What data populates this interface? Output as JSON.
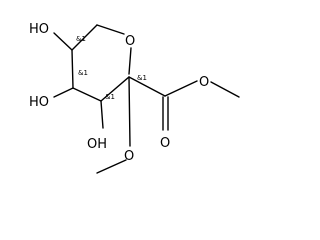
{
  "molecule": {
    "atom_labels": {
      "ring_oxygen": "O",
      "oh_c5": "HO",
      "oh_c4": "HO",
      "oh_c3": "OH",
      "carbonyl_o": "O",
      "ester_o": "O",
      "methoxy_o": "O"
    },
    "stereo_labels": {
      "c5": "&1",
      "c4": "&1",
      "c3": "&1",
      "c2": "&1"
    }
  }
}
